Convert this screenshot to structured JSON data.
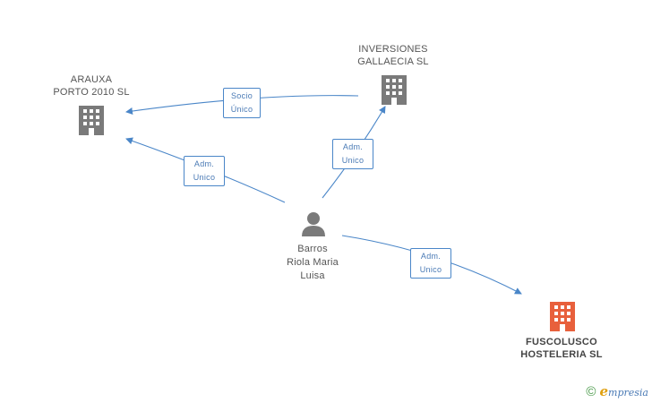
{
  "nodes": {
    "arauxa": {
      "lines": [
        "ARAUXA",
        "PORTO 2010 SL"
      ]
    },
    "gallaecia": {
      "lines": [
        "INVERSIONES",
        "GALLAECIA SL"
      ]
    },
    "barros": {
      "lines": [
        "Barros",
        "Riola Maria",
        "Luisa"
      ]
    },
    "fuscolusco": {
      "lines": [
        "FUSCOLUSCO",
        "HOSTELERIA SL"
      ]
    }
  },
  "edges": {
    "gallaecia_arauxa": {
      "lines": [
        "Socio",
        "Único"
      ]
    },
    "barros_arauxa": {
      "lines": [
        "Adm.",
        "Unico"
      ]
    },
    "barros_gallaecia": {
      "lines": [
        "Adm.",
        "Unico"
      ]
    },
    "barros_fuscolusco": {
      "lines": [
        "Adm.",
        "Unico"
      ]
    }
  },
  "colors": {
    "edge": "#4a86c8",
    "company": "#7a7a7a",
    "focus_company": "#e8603c",
    "person": "#7a7a7a"
  },
  "footer": {
    "copyright": "©",
    "brand_initial": "e",
    "brand_rest": "mpresia"
  }
}
